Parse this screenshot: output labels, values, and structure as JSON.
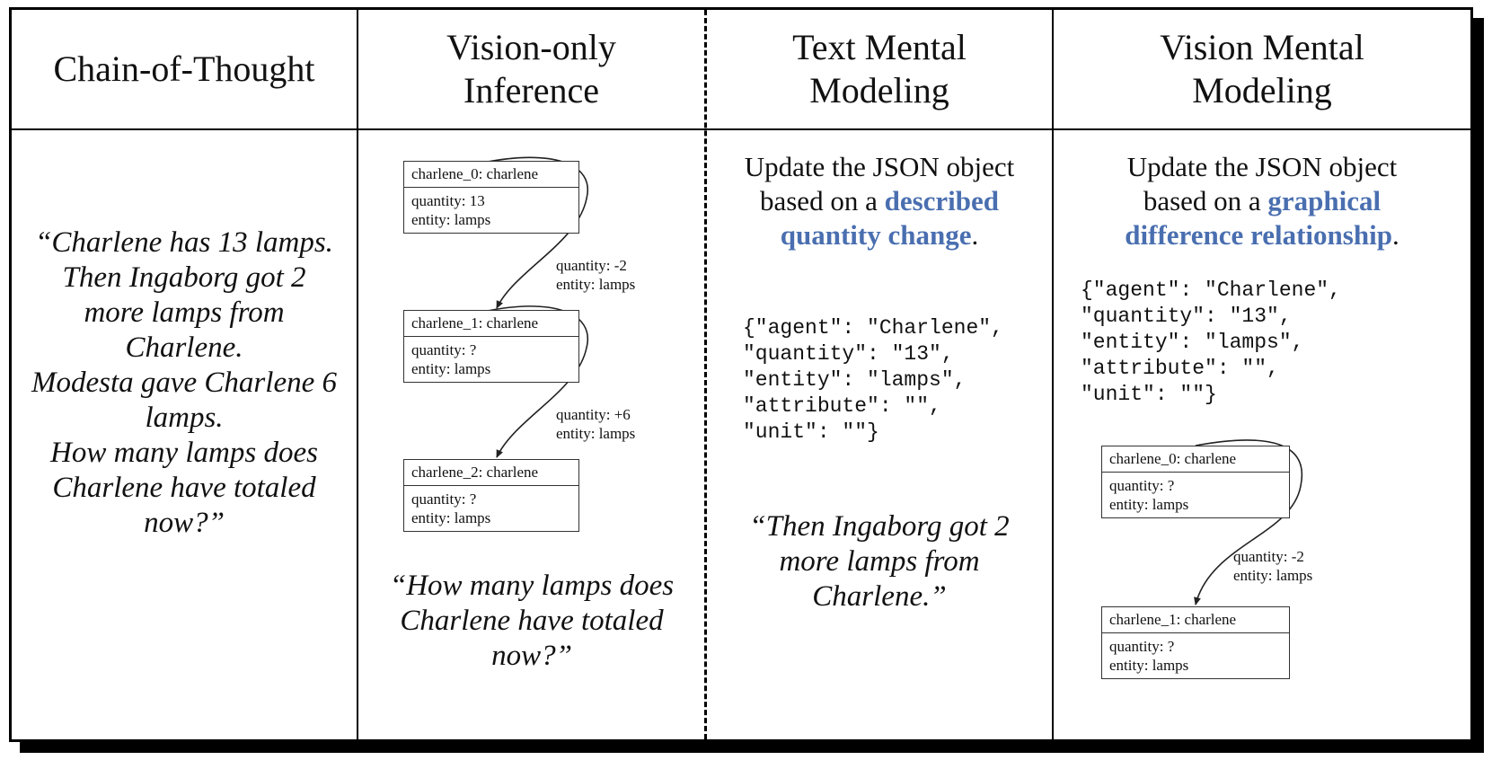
{
  "headers": {
    "col1": "Chain-of-Thought",
    "col2": [
      "Vision-only",
      "Inference"
    ],
    "col3": [
      "Text Mental",
      "Modeling"
    ],
    "col4": [
      "Vision Mental",
      "Modeling"
    ]
  },
  "cot": {
    "lines": [
      "“Charlene has 13 lamps.",
      "Then Ingaborg got 2",
      "more lamps from",
      "Charlene.",
      "Modesta gave Charlene 6",
      "lamps.",
      "How many lamps does",
      "Charlene have totaled",
      "now?”"
    ]
  },
  "vision_only": {
    "nodes": [
      {
        "title": "charlene_0: charlene",
        "quantity": "quantity: 13",
        "entity": "entity: lamps"
      },
      {
        "title": "charlene_1: charlene",
        "quantity": "quantity: ?",
        "entity": "entity: lamps"
      },
      {
        "title": "charlene_2: charlene",
        "quantity": "quantity: ?",
        "entity": "entity: lamps"
      }
    ],
    "edges": [
      {
        "quantity": "quantity: -2",
        "entity": "entity: lamps"
      },
      {
        "quantity": "quantity: +6",
        "entity": "entity: lamps"
      }
    ],
    "question_lines": [
      "“How many lamps does",
      "Charlene have totaled",
      "now?”"
    ]
  },
  "text_mental": {
    "desc_line1": "Update the JSON object",
    "desc_pre": "based on a ",
    "desc_hl1": "described",
    "desc_hl2": "quantity change",
    "desc_post": ".",
    "json_lines": [
      "{\"agent\": \"Charlene\",",
      "\"quantity\": \"13\",",
      "\"entity\": \"lamps\",",
      "\"attribute\": \"\",",
      "\"unit\": \"\"}"
    ],
    "quote_lines": [
      "“Then Ingaborg got 2",
      "more lamps from",
      "Charlene.”"
    ]
  },
  "vision_mental": {
    "desc_line1": "Update the JSON object",
    "desc_pre": "based on a ",
    "desc_hl1": "graphical",
    "desc_hl2": "difference relationship",
    "desc_post": ".",
    "json_lines": [
      "{\"agent\": \"Charlene\",",
      "\"quantity\": \"13\",",
      "\"entity\": \"lamps\",",
      "\"attribute\": \"\",",
      "\"unit\": \"\"}"
    ],
    "nodes": [
      {
        "title": "charlene_0: charlene",
        "quantity": "quantity: ?",
        "entity": "entity: lamps"
      },
      {
        "title": "charlene_1: charlene",
        "quantity": "quantity: ?",
        "entity": "entity: lamps"
      }
    ],
    "edges": [
      {
        "quantity": "quantity: -2",
        "entity": "entity: lamps"
      }
    ]
  },
  "colors": {
    "highlight": "#4a6fb0"
  }
}
